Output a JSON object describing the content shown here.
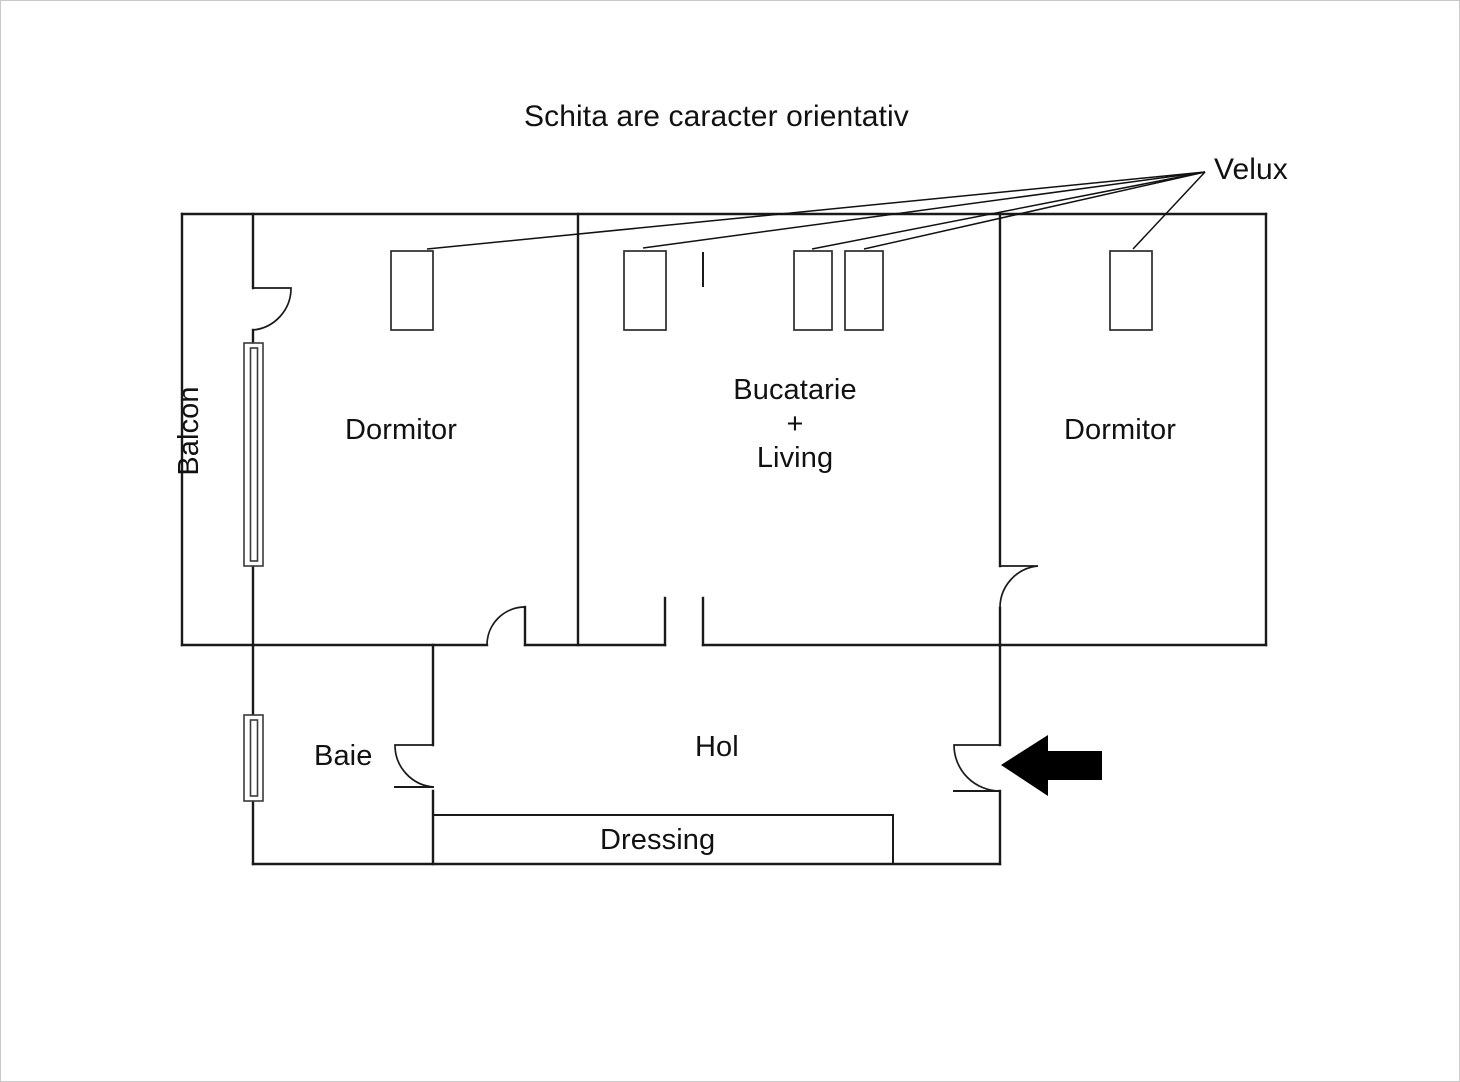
{
  "document": {
    "title": "Schita are caracter orientativ",
    "kind": "floor-plan",
    "background_color": "#ffffff",
    "line_color": "#1a1a1a"
  },
  "annotations": {
    "velux_label": "Velux",
    "entry_arrow": "entrance-direction-arrow"
  },
  "rooms": {
    "balcon": "Balcon",
    "dormitor_left": "Dormitor",
    "bucatarie_living": "Bucatarie\n+\nLiving",
    "dormitor_right": "Dormitor",
    "baie": "Baie",
    "hol": "Hol",
    "dressing": "Dressing"
  },
  "chart_data": {
    "type": "table",
    "title": "Schita are caracter orientativ",
    "categories": [
      "Balcon",
      "Dormitor",
      "Bucatarie + Living",
      "Dormitor",
      "Baie",
      "Hol",
      "Dressing"
    ],
    "annotations": [
      "Velux"
    ],
    "velux_count": 5
  }
}
